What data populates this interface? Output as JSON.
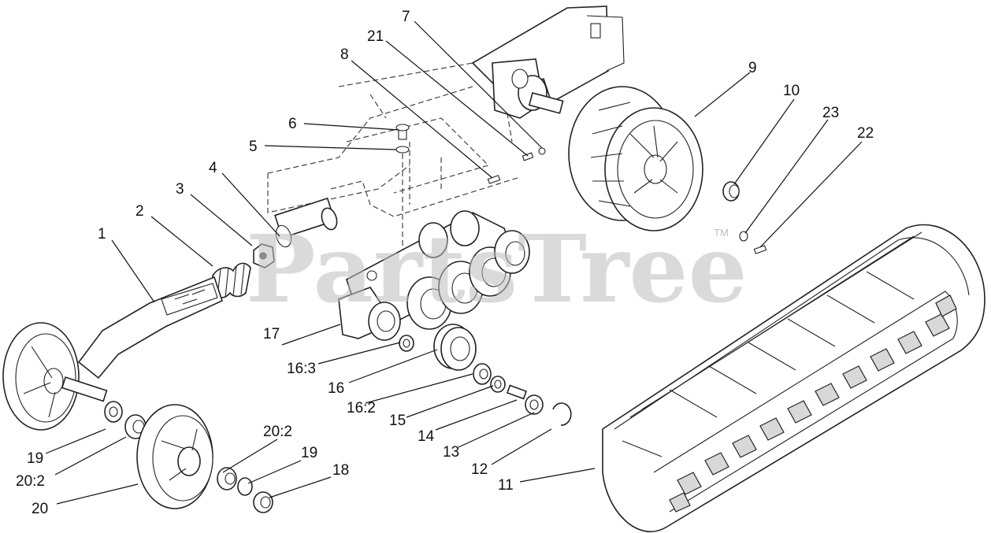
{
  "watermark": {
    "text": "PartsTree",
    "tm": "TM"
  },
  "callouts": [
    {
      "id": "c1",
      "label": "1"
    },
    {
      "id": "c2",
      "label": "2"
    },
    {
      "id": "c3",
      "label": "3"
    },
    {
      "id": "c4",
      "label": "4"
    },
    {
      "id": "c5",
      "label": "5"
    },
    {
      "id": "c6",
      "label": "6"
    },
    {
      "id": "c7",
      "label": "7"
    },
    {
      "id": "c8",
      "label": "8"
    },
    {
      "id": "c9",
      "label": "9"
    },
    {
      "id": "c10",
      "label": "10"
    },
    {
      "id": "c11",
      "label": "11"
    },
    {
      "id": "c12",
      "label": "12"
    },
    {
      "id": "c13",
      "label": "13"
    },
    {
      "id": "c14",
      "label": "14"
    },
    {
      "id": "c15",
      "label": "15"
    },
    {
      "id": "c16",
      "label": "16"
    },
    {
      "id": "c16_2",
      "label": "16:2"
    },
    {
      "id": "c16_3",
      "label": "16:3"
    },
    {
      "id": "c17",
      "label": "17"
    },
    {
      "id": "c18",
      "label": "18"
    },
    {
      "id": "c19a",
      "label": "19"
    },
    {
      "id": "c19b",
      "label": "19"
    },
    {
      "id": "c20",
      "label": "20"
    },
    {
      "id": "c20_2a",
      "label": "20:2"
    },
    {
      "id": "c20_2b",
      "label": "20:2"
    },
    {
      "id": "c21",
      "label": "21"
    },
    {
      "id": "c22",
      "label": "22"
    },
    {
      "id": "c23",
      "label": "23"
    }
  ]
}
